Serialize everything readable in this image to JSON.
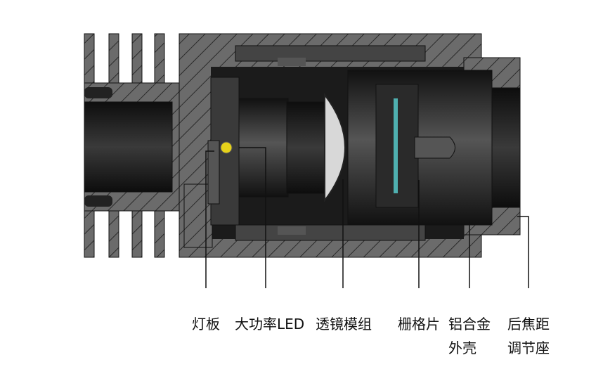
{
  "colors": {
    "background": "#ffffff",
    "body_gray": "#6b6b6b",
    "dark": "#1a1a1a",
    "hatch": "#2a2a2a",
    "lens": "#d8d8d8",
    "grating": "#4fb0b0",
    "led": "#e6d21a",
    "leader": "#111111"
  },
  "labels": {
    "lamp_board": "灯板",
    "high_power_led": "大功率LED",
    "lens_module": "透镜模组",
    "grating": "栅格片",
    "housing_line1": "铝合金",
    "housing_line2": "外壳",
    "focus_seat_line1": "后焦距",
    "focus_seat_line2": "调节座"
  }
}
